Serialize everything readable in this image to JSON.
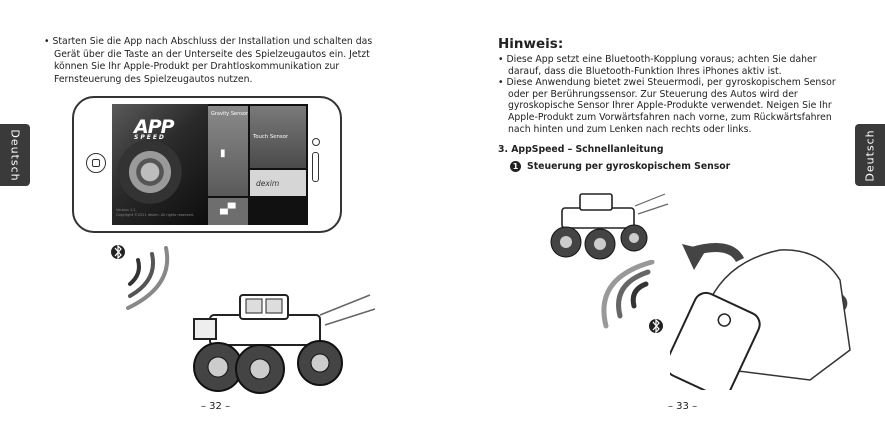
{
  "left_page": {
    "side_tab": "Deutsch",
    "intro_text": "Starten Sie die App nach Abschluss der Installation und schalten das Gerät über die Taste an der Unterseite des Spielzeugautos ein. Jetzt können Sie Ihr Apple-Produkt per Drahtloskommunikation zur Fernsteuerung des Spielzeugautos nutzen.",
    "app_screen": {
      "logo": "APP",
      "logo_sub": "SPEED",
      "tile_gravity": "Gravity Sensor",
      "tile_touch": "Touch Sensor",
      "tile_dexim": "dexim",
      "footer_line1": "Version 1.1",
      "footer_line2": "Copyright ©2011 dexim. All rights reserved."
    },
    "bluetooth_icon": "bluetooth-icon",
    "page_number": "– 32 –"
  },
  "right_page": {
    "side_tab": "Deutsch",
    "hinweis_title": "Hinweis:",
    "bullet_1": "Diese App setzt eine Bluetooth-Kopplung voraus; achten Sie daher darauf, dass die Bluetooth-Funktion Ihres iPhones aktiv ist.",
    "bullet_2": "Diese Anwendung bietet zwei Steuermodi, per gyroskopischem Sensor oder per Berührungssensor. Zur Steuerung des Autos wird der gyroskopische Sensor Ihrer Apple-Produkte verwendet. Neigen Sie Ihr Apple-Produkt zum Vorwärtsfahren nach vorne, zum Rückwärtsfahren nach hinten und zum Lenken nach rechts oder links.",
    "section_heading": "3. AppSpeed – Schnellanleitung",
    "sub_number": "1",
    "sub_heading": "Steuerung per gyroskopischem Sensor",
    "bluetooth_icon": "bluetooth-icon",
    "page_number": "– 33 –"
  },
  "colors": {
    "text": "#222222",
    "tab_bg": "#3a3a3a",
    "background": "#ffffff"
  }
}
